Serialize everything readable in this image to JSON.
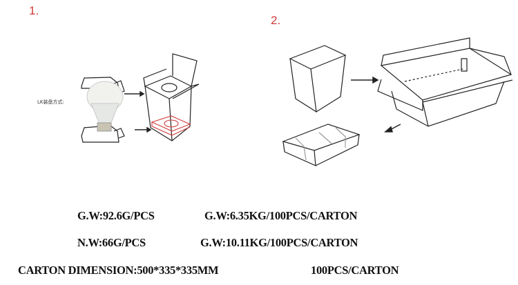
{
  "steps": {
    "step1": "1.",
    "step2": "2."
  },
  "packing_label": "LK装盘方式:",
  "specs": {
    "row1": {
      "left": "G.W:92.6G/PCS",
      "right": "G.W:6.35KG/100PCS/CARTON"
    },
    "row2": {
      "left": "N.W:66G/PCS",
      "right": "G.W:10.11KG/100PCS/CARTON"
    },
    "row3": {
      "left": "CARTON DIMENSION:500*335*335MM",
      "right": "100PCS/CARTON"
    }
  },
  "colors": {
    "accent": "#d03838",
    "line": "#222222"
  }
}
